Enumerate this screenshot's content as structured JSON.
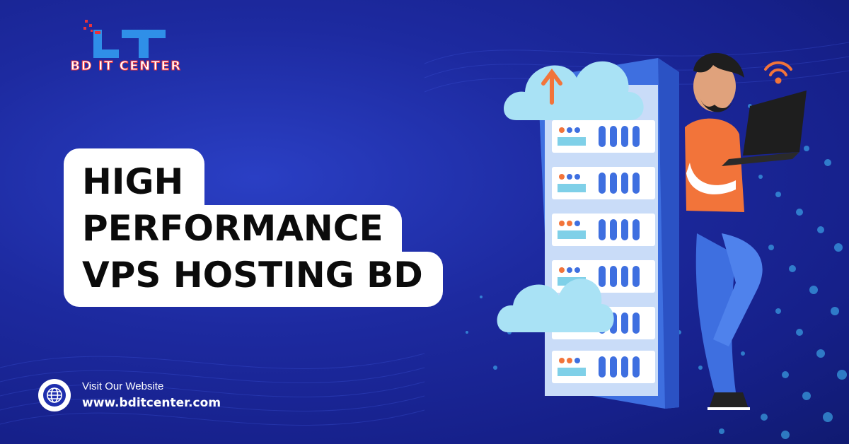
{
  "logo": {
    "icon": "it-monogram-logo",
    "text": "BD IT CENTER"
  },
  "headline": {
    "line1": "HIGH",
    "line2": "PERFORMANCE",
    "line3": "VPS HOSTING BD"
  },
  "visit": {
    "icon": "globe-icon",
    "label": "Visit Our Website",
    "url": "www.bditcenter.com"
  },
  "illustration": {
    "description_icons": [
      "server-rack-icon",
      "cloud-upload-icon",
      "cloud-icon",
      "wifi-icon",
      "laptop-icon"
    ]
  },
  "colors": {
    "background": "#1d2aa0",
    "accent_orange": "#f2743a",
    "logo_blue": "#2f8fe8",
    "logo_red": "#e8323c",
    "white": "#ffffff"
  }
}
